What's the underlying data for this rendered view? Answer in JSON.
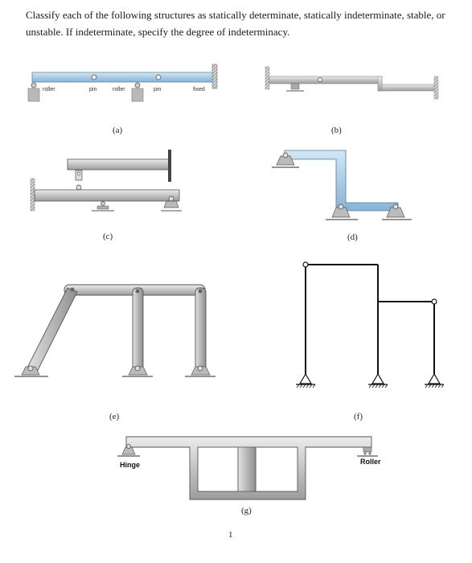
{
  "question": "Classify each of the following structures as statically determinate, statically indeterminate, stable, or unstable. If indeterminate, specify the degree of indeterminacy.",
  "figures": {
    "a": {
      "caption": "(a)",
      "labels": [
        "roller",
        "pin",
        "roller",
        "pin",
        "fixed"
      ]
    },
    "b": {
      "caption": "(b)"
    },
    "c": {
      "caption": "(c)"
    },
    "d": {
      "caption": "(d)"
    },
    "e": {
      "caption": "(e)"
    },
    "f": {
      "caption": "(f)"
    },
    "g": {
      "caption": "(g)",
      "left_label": "Hinge",
      "right_label": "Roller"
    }
  },
  "page_number": "1",
  "colors": {
    "beam_blue": "#a9cde6",
    "beam_gray": "#c9c9c9",
    "frame_black": "#111111"
  }
}
